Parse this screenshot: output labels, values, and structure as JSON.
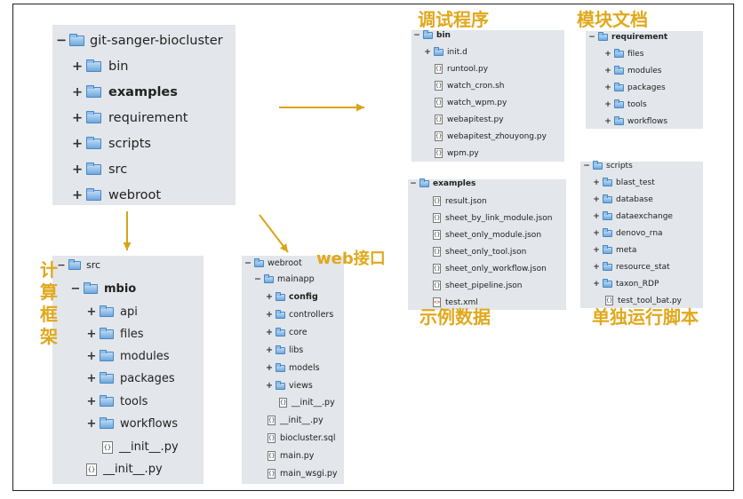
{
  "colors": {
    "panel": "#e3e6ea",
    "folder": "#6fa8dc",
    "annotation": "#e0a81c",
    "arrow": "#d8a418"
  },
  "root": {
    "name": "git-sanger-biocluster",
    "children": [
      "bin",
      "examples",
      "requirement",
      "scripts",
      "src",
      "webroot"
    ]
  },
  "bin": {
    "name": "bin",
    "folders": [
      "init.d"
    ],
    "files": [
      "runtool.py",
      "watch_cron.sh",
      "watch_wpm.py",
      "webapitest.py",
      "webapitest_zhouyong.py",
      "wpm.py"
    ]
  },
  "requirement": {
    "name": "requirement",
    "folders": [
      "files",
      "modules",
      "packages",
      "tools",
      "workflows"
    ]
  },
  "examples": {
    "name": "examples",
    "files": [
      "result.json",
      "sheet_by_link_module.json",
      "sheet_only_module.json",
      "sheet_only_tool.json",
      "sheet_only_workflow.json",
      "sheet_pipeline.json",
      "test.xml"
    ]
  },
  "scripts": {
    "name": "scripts",
    "folders": [
      "blast_test",
      "database",
      "dataexchange",
      "denovo_rna",
      "meta",
      "resource_stat",
      "taxon_RDP"
    ],
    "files": [
      "test_tool_bat.py"
    ]
  },
  "src": {
    "name": "src",
    "sub": "mbio",
    "folders": [
      "api",
      "files",
      "modules",
      "packages",
      "tools",
      "workflows"
    ],
    "sub_files": [
      "__init__.py"
    ],
    "files": [
      "__init__.py"
    ]
  },
  "webroot": {
    "name": "webroot",
    "sub": "mainapp",
    "folders": [
      "config",
      "controllers",
      "core",
      "libs",
      "models",
      "views"
    ],
    "sub_files": [
      "__init__.py"
    ],
    "files": [
      "__init__.py",
      "biocluster.sql",
      "main.py",
      "main_wsgi.py"
    ]
  },
  "annotations": {
    "debug": "调试程序",
    "docs": "模块文档",
    "examples": "示例数据",
    "standalone": "单独运行脚本",
    "web": "web接口",
    "framework": [
      "计",
      "算",
      "框",
      "架"
    ]
  }
}
